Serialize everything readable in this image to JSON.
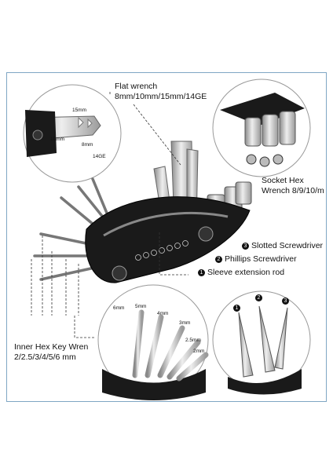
{
  "labels": {
    "flat_wrench_title": "Flat wrench",
    "flat_wrench_sizes": "8mm/10mm/15mm/14GE",
    "socket_title": "Socket Hex",
    "socket_sizes": "Wrench 8/9/10/m",
    "slotted": "Slotted Screwdriver",
    "phillips": "Phillips Screwdriver",
    "sleeve": "Sleeve extension rod",
    "hex_title": "Inner Hex Key Wren",
    "hex_sizes": "2/2.5/3/4/5/6 mm",
    "marker1": "1",
    "marker2": "2",
    "marker3": "3"
  },
  "wrench_callout": [
    "15mm",
    "10mm",
    "8mm",
    "14GE"
  ],
  "hex_callout": [
    "6mm",
    "5mm",
    "4mm",
    "3mm",
    "2.5mm",
    "2mm"
  ],
  "colors": {
    "frame": "#7fa6c4",
    "metal": "#c9c9c9",
    "body": "#1a1a1a",
    "text": "#111111"
  }
}
